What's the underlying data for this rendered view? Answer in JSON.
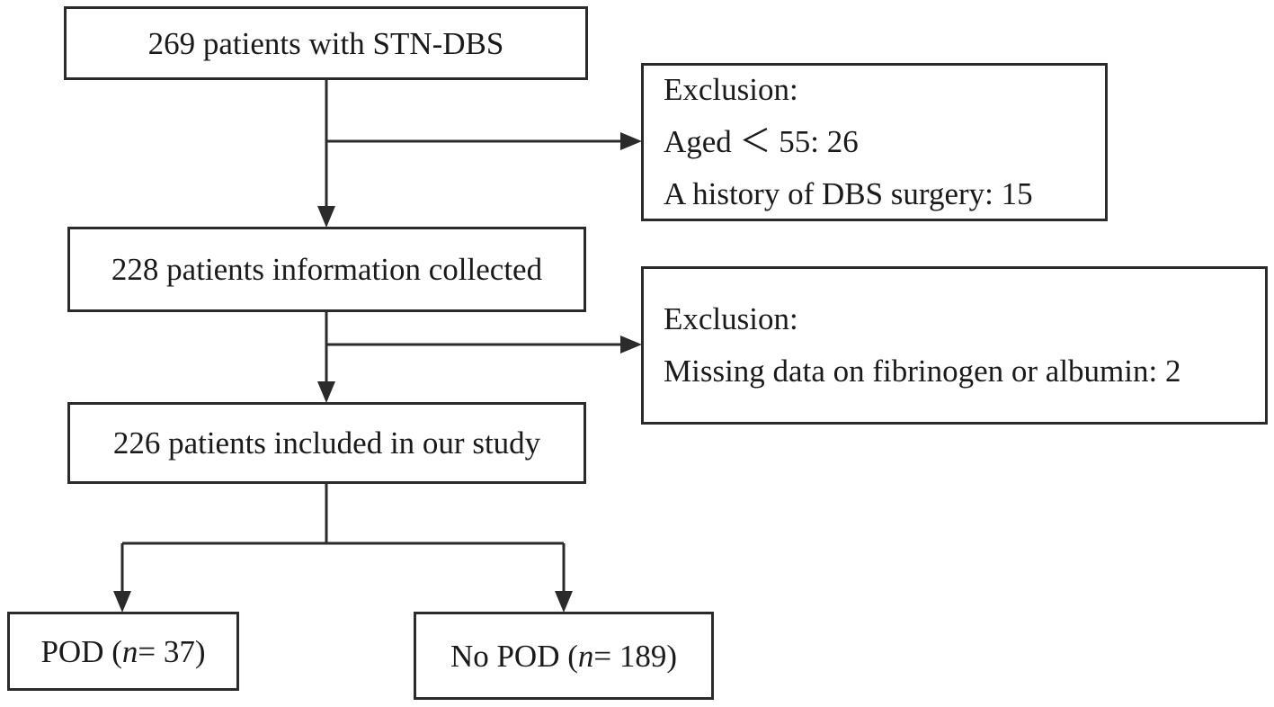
{
  "flowchart": {
    "start": "269 patients with STN-DBS",
    "exclusion1": {
      "heading": "Exclusion:",
      "line1": "Aged ＜ 55: 26",
      "line2": "A history of DBS surgery: 15"
    },
    "collected": "228 patients information collected",
    "exclusion2": {
      "heading": "Exclusion:",
      "line1": "Missing data on fibrinogen or albumin: 2"
    },
    "included": "226 patients included in our study",
    "pod": {
      "prefix": "POD (",
      "n": "n",
      "suffix": "= 37)"
    },
    "no_pod": {
      "prefix": "No POD (",
      "n": "n",
      "suffix": "= 189)"
    }
  },
  "colors": {
    "line": "#2b2b2b",
    "text": "#1a1a1a"
  }
}
